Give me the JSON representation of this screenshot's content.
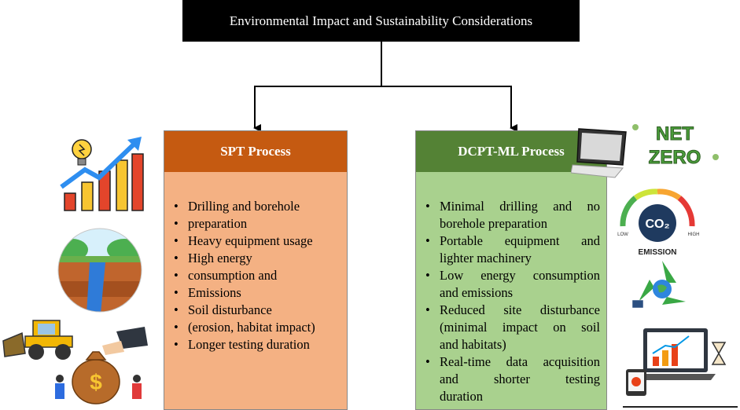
{
  "title": "Environmental Impact and Sustainability Considerations",
  "spt": {
    "heading": "SPT Process",
    "lines": [
      {
        "text": "Drilling and borehole",
        "bullet": true
      },
      {
        "text": "preparation",
        "bullet": true
      },
      {
        "text": "Heavy equipment usage",
        "bullet": true
      },
      {
        "text": "High energy",
        "bullet": true
      },
      {
        "text": "consumption and",
        "bullet": true
      },
      {
        "text": "Emissions",
        "bullet": true
      },
      {
        "text": "Soil disturbance",
        "bullet": true
      },
      {
        "text": "(erosion, habitat impact)",
        "bullet": true
      },
      {
        "text": "Longer testing duration",
        "bullet": true
      }
    ]
  },
  "dcpt": {
    "heading": "DCPT-ML Process",
    "lines": [
      {
        "text": "Minimal drilling and no",
        "bullet": true
      },
      {
        "text": "borehole preparation",
        "bullet": false
      },
      {
        "text": "Portable equipment and",
        "bullet": true
      },
      {
        "text": "lighter machinery",
        "bullet": false
      },
      {
        "text": "Low energy consumption",
        "bullet": true
      },
      {
        "text": "and emissions",
        "bullet": false
      },
      {
        "text": "Reduced site disturbance",
        "bullet": true
      },
      {
        "text": "(minimal impact on soil",
        "bullet": false
      },
      {
        "text": "and habitats)",
        "bullet": false
      },
      {
        "text": "Real-time data acquisition",
        "bullet": true
      },
      {
        "text": "and shorter testing",
        "bullet": false
      },
      {
        "text": "duration",
        "bullet": false
      }
    ]
  },
  "icons": {
    "net_zero": [
      "NET",
      "ZERO"
    ],
    "co2": "CO₂",
    "emission": "EMISSION",
    "gauge_low": "LOW",
    "gauge_high": "HIGH",
    "dollar": "$"
  },
  "colors": {
    "spt_header": "#c55a11",
    "spt_body": "#f4b183",
    "dcpt_header": "#548235",
    "dcpt_body": "#a9d18e"
  }
}
